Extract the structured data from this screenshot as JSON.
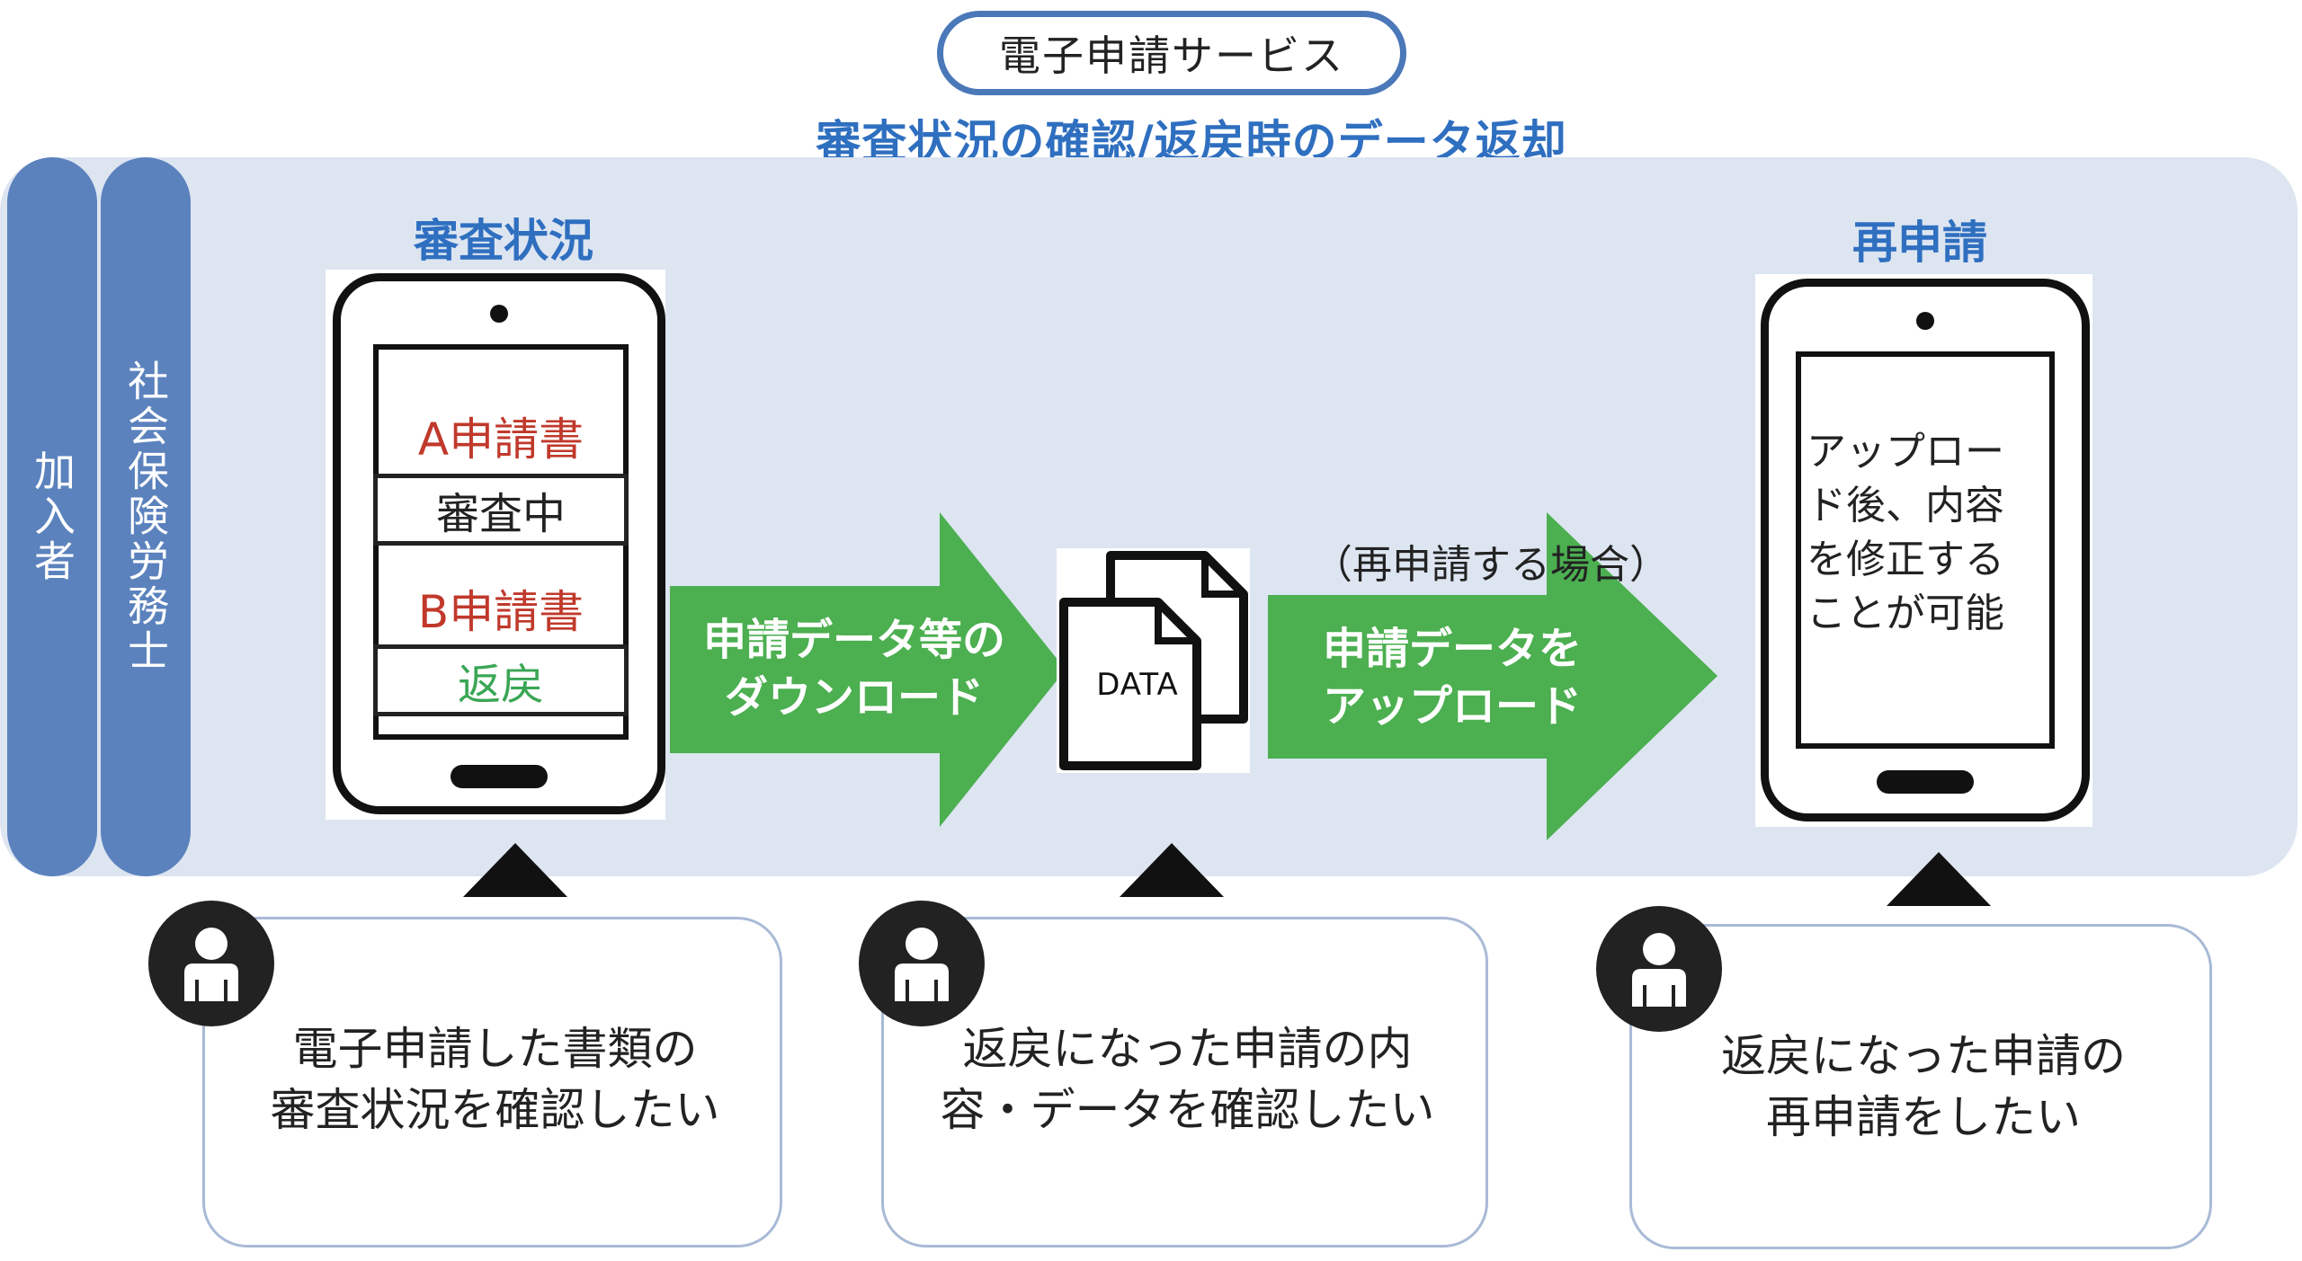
{
  "header": {
    "service_label": "電子申請サービス",
    "subtitle": "審査状況の確認/返戻時のデータ返却"
  },
  "roles": {
    "left_bar": "加入者",
    "right_bar": "社会保険労務士"
  },
  "sections": {
    "status": {
      "label": "審査状況",
      "items": [
        {
          "title": "A申請書",
          "status": "審査中",
          "status_color": "#222222"
        },
        {
          "title": "B申請書",
          "status": "返戻",
          "status_color": "#3aa655"
        }
      ]
    },
    "download_arrow": {
      "line1": "申請データ等の",
      "line2": "ダウンロード"
    },
    "data_icon": {
      "label": "DATA"
    },
    "upload_arrow": {
      "note": "（再申請する場合）",
      "line1": "申請データを",
      "line2": "アップロード"
    },
    "reapply": {
      "label": "再申請",
      "screen_lines": [
        "アップロー",
        "ド後、内容",
        "を修正する",
        "ことが可能"
      ]
    }
  },
  "bubbles": [
    {
      "line1": "電子申請した書類の",
      "line2": "審査状況を確認したい"
    },
    {
      "line1": "返戻になった申請の内",
      "line2": "容・データを確認したい"
    },
    {
      "line1": "返戻になった申請の",
      "line2": "再申請をしたい"
    }
  ],
  "colors": {
    "accent_blue": "#2f6fc0",
    "band": "#dde5f1",
    "role_bar": "#5b82bd",
    "arrow_green": "#4caf50",
    "red": "#c0392b",
    "green_text": "#3aa655"
  }
}
